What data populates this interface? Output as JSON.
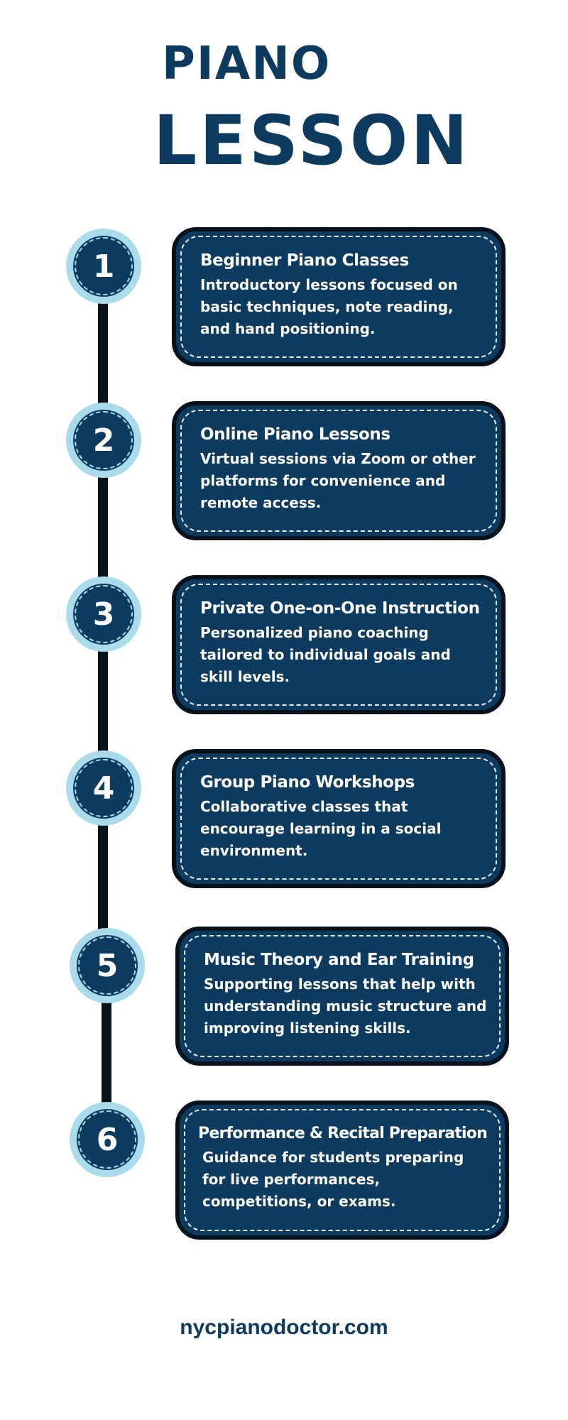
{
  "header": {
    "title_line1": "PIANO",
    "title_line2": "LESSON"
  },
  "steps": [
    {
      "number": "1",
      "title": "Beginner Piano Classes",
      "description": "Introductory lessons focused on basic techniques, note reading, and hand positioning."
    },
    {
      "number": "2",
      "title": "Online Piano Lessons",
      "description": "Virtual sessions via Zoom or other platforms for convenience and remote access."
    },
    {
      "number": "3",
      "title": "Private One-on-One Instruction",
      "description": "Personalized piano coaching tailored to individual goals and skill levels."
    },
    {
      "number": "4",
      "title": "Group Piano Workshops",
      "description": "Collaborative classes that encourage learning in a social environment."
    },
    {
      "number": "5",
      "title": "Music Theory and Ear Training",
      "description": "Supporting lessons that help with understanding music structure and improving listening skills."
    },
    {
      "number": "6",
      "title": "Performance & Recital Preparation",
      "description": "Guidance for students preparing for live performances, competitions, or exams."
    }
  ],
  "footer": {
    "website": "nycpianodoctor.com"
  },
  "colors": {
    "navy": "#0d3a5f",
    "light_blue": "#a9dbea",
    "line": "#07121d",
    "background": "#ffffff"
  }
}
